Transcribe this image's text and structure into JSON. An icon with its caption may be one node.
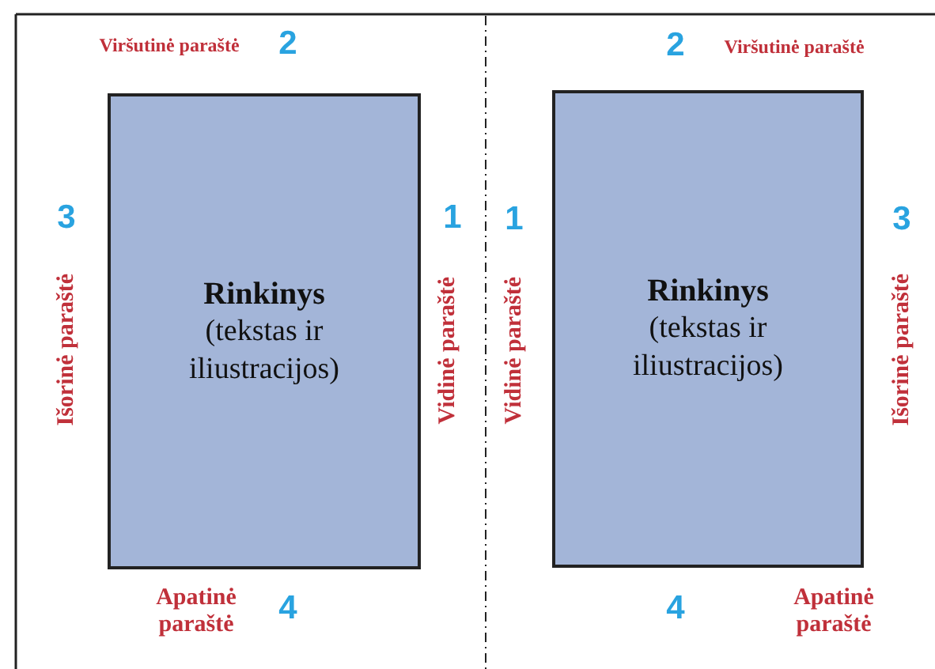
{
  "diagram": {
    "nodes": [
      {
        "text": [
          "Rinkinys",
          "(tekstas ir iliustracijos)"
        ]
      },
      {
        "text": [
          "Rinkinys",
          "(tekstas ir iliustracijos)"
        ]
      }
    ],
    "edges": [],
    "labels": [
      "Viršutinė paraštė",
      "2",
      "2",
      "Viršutinė paraštė",
      "3",
      "1",
      "1",
      "3",
      "Išorinė paraštė",
      "Vidinė paraštė",
      "Vidinė paraštė",
      "Išorinė paraštė",
      "Apatinė paraštė",
      "4",
      "4",
      "Apatinė paraštė"
    ]
  }
}
